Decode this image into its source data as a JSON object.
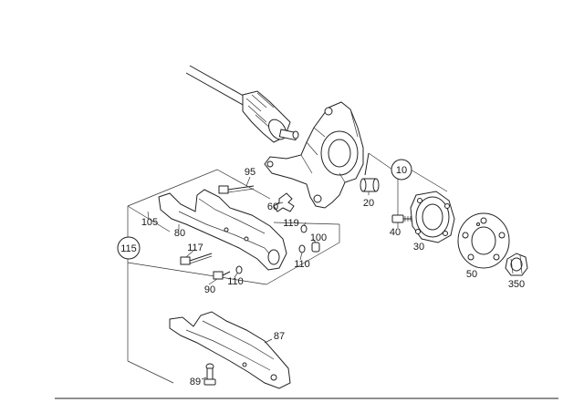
{
  "diagram": {
    "callouts": {
      "c10": "10",
      "c115": "115"
    },
    "labels": {
      "p20": "20",
      "p30": "30",
      "p40": "40",
      "p50": "50",
      "p60": "60",
      "p80": "80",
      "p87": "87",
      "p89": "89",
      "p90": "90",
      "p95": "95",
      "p100": "100",
      "p105": "105",
      "p110a": "110",
      "p110b": "110",
      "p117": "117",
      "p119": "119",
      "p350": "350"
    }
  }
}
